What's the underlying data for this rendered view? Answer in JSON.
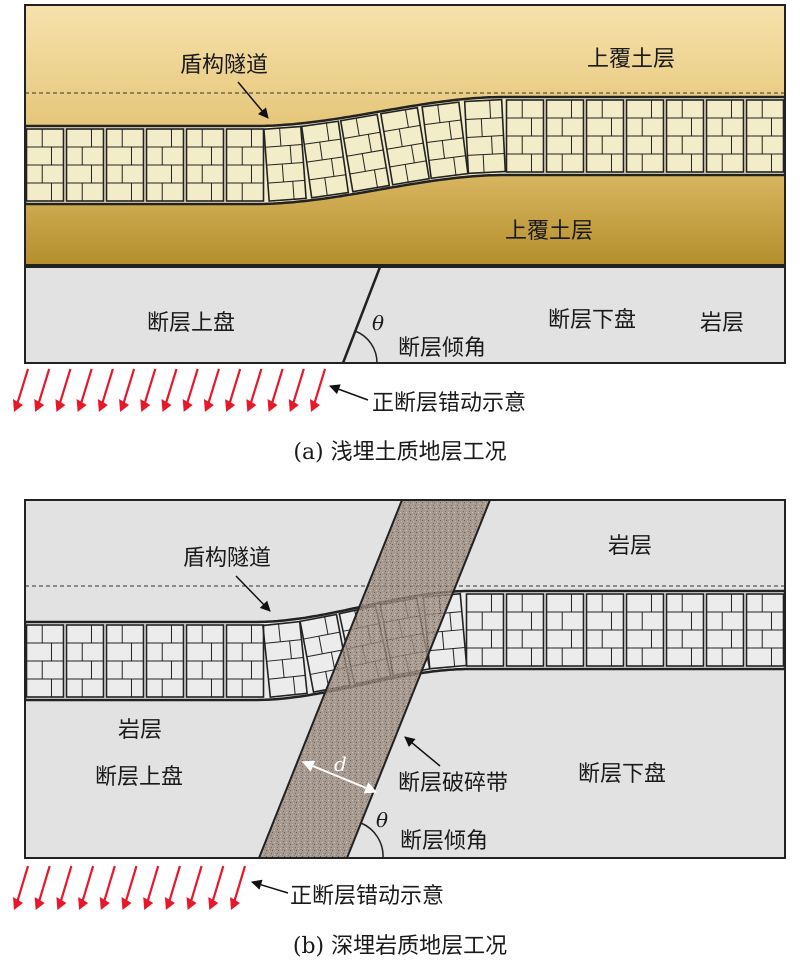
{
  "panel_a": {
    "labels": {
      "tunnel": "盾构隧道",
      "overburden_top": "上覆土层",
      "overburden_bottom": "上覆土层",
      "hanging_wall": "断层上盘",
      "footwall": "断层下盘",
      "rock": "岩层",
      "theta": "θ",
      "dip_angle": "断层倾角",
      "motion": "正断层错动示意"
    },
    "caption": "(a) 浅埋土质地层工况"
  },
  "panel_b": {
    "labels": {
      "tunnel": "盾构隧道",
      "rock_top": "岩层",
      "rock_left": "岩层",
      "hanging_wall": "断层上盘",
      "footwall": "断层下盘",
      "fault_zone": "断层破碎带",
      "d": "d",
      "theta": "θ",
      "dip_angle": "断层倾角",
      "motion": "正断层错动示意"
    },
    "caption": "(b) 深埋岩质地层工况"
  },
  "colors": {
    "soil_light": "#f7e2ad",
    "soil_dark": "#b58f2c",
    "rock": "#e2e2e2",
    "segment": "#f3ecc8",
    "segment_b": "#ececec",
    "fault_zone": "#9a8a7e",
    "arrow": "#e8182a",
    "line": "#222222"
  }
}
